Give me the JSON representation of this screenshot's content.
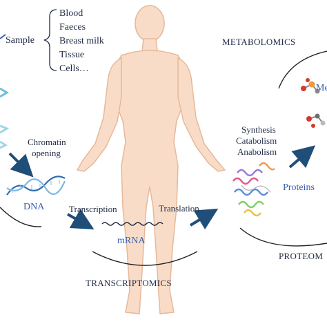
{
  "sample": {
    "label": "Sample",
    "items": [
      "Blood",
      "Faeces",
      "Breast milk",
      "Tissue",
      "Cells…"
    ]
  },
  "epigenomics": {
    "chromatin_line1": "Chromatin",
    "chromatin_line2": "opening",
    "dna": "DNA"
  },
  "transcriptomics": {
    "transcription": "Transcription",
    "mrna": "mRNA",
    "title": "TRANSCRIPTOMICS"
  },
  "proteomics": {
    "translation": "Translation",
    "proteins": "Proteins",
    "title": "PROTEOM"
  },
  "metabolomics": {
    "title": "METABOLOMICS",
    "cut_label": "Me",
    "processes": [
      "Synthesis",
      "Catabolism",
      "Anabolism"
    ]
  },
  "colors": {
    "arrow": "#1f4e79",
    "label_blue": "#3a5fb0",
    "text": "#1f2a44",
    "skin": "#f8dcc7",
    "skin_outline": "#e7b89a"
  }
}
